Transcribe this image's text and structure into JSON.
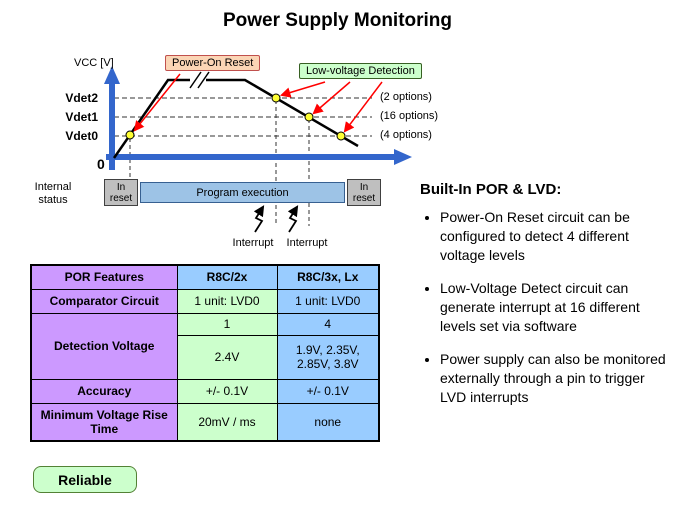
{
  "title": "Power Supply Monitoring",
  "colors": {
    "axis_blue": "#3366CC",
    "curve_black": "#000000",
    "dot_yellow": "#FFFF33",
    "arrow_red": "#FF0000",
    "por_callout_fill": "#FBD5B5",
    "por_callout_border": "#C0504D",
    "lvd_callout_fill": "#CCFFCC",
    "lvd_callout_border": "#376023",
    "reset_box_gray": "#BFBFBF",
    "program_bar_blue": "#9DC3E6",
    "table_label_purple": "#CC99FF",
    "table_r8c2x_green": "#CCFFCC",
    "table_r8c3x_blue": "#99CCFF",
    "badge_green_fill": "#CCFFCC",
    "badge_green_border": "#538135"
  },
  "diagram": {
    "vcc_axis_label": "VCC [V]",
    "origin_label": "0",
    "threshold_labels": [
      "Vdet2",
      "Vdet1",
      "Vdet0"
    ],
    "option_labels": [
      "(2 options)",
      "(16 options)",
      "(4 options)"
    ],
    "por_callout": "Power-On Reset",
    "lvd_callout": "Low-voltage Detection",
    "internal_status_label": "Internal status",
    "in_reset_left": "In reset",
    "program_execution": "Program execution",
    "in_reset_right": "In reset",
    "interrupt_labels": [
      "Interrupt",
      "Interrupt"
    ]
  },
  "table": {
    "headers": [
      "POR Features",
      "R8C/2x",
      "R8C/3x, Lx"
    ],
    "comparator_row": {
      "label": "Comparator Circuit",
      "r8c2x": "1 unit: LVD0",
      "r8c3x": "1 unit: LVD0"
    },
    "detection_row": {
      "label": "Detection Voltage",
      "r8c2x_levels": "1",
      "r8c3x_levels": "4",
      "r8c2x_voltages": "2.4V",
      "r8c3x_voltages": "1.9V, 2.35V, 2.85V, 3.8V"
    },
    "accuracy_row": {
      "label": "Accuracy",
      "r8c2x": "+/- 0.1V",
      "r8c3x": "+/- 0.1V"
    },
    "rise_time_row": {
      "label": "Minimum Voltage Rise Time",
      "r8c2x": "20mV / ms",
      "r8c3x": "none"
    }
  },
  "notes": {
    "heading": "Built-In  POR & LVD:",
    "bullets": [
      "Power-On Reset circuit can be configured to detect 4 different voltage levels",
      "Low-Voltage Detect circuit can generate interrupt at 16 different levels set via software",
      "Power supply can also be monitored externally through a pin to trigger LVD interrupts"
    ]
  },
  "badge": {
    "label": "Reliable"
  }
}
